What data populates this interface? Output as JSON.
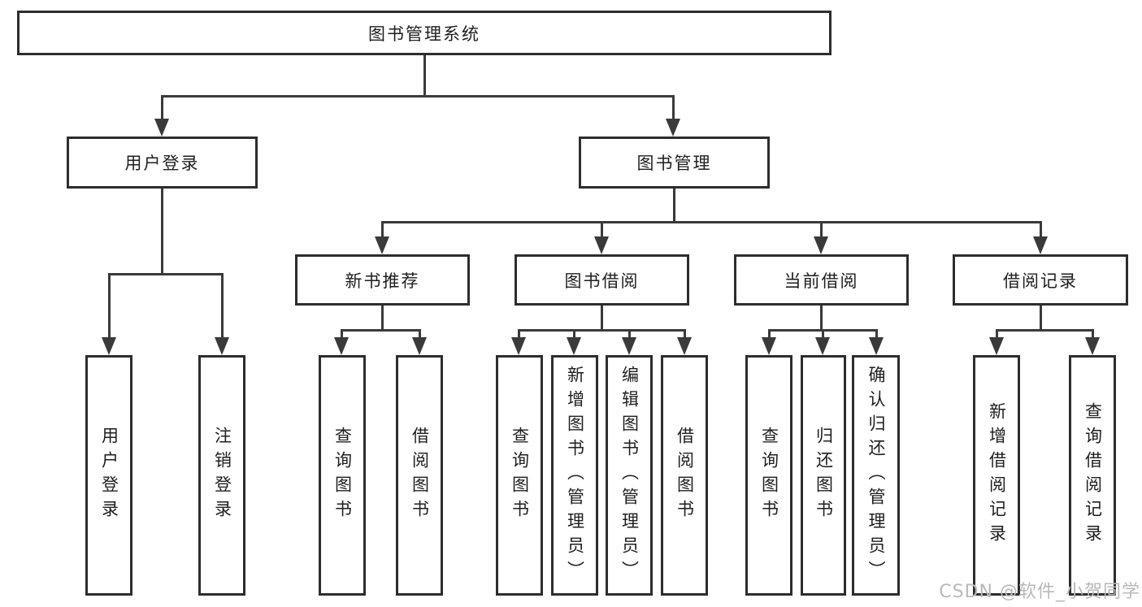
{
  "diagram": {
    "root": {
      "label": "图书管理系统"
    },
    "tier1": [
      {
        "label": "用户登录"
      },
      {
        "label": "图书管理"
      }
    ],
    "tier2": [
      {
        "label": "新书推荐"
      },
      {
        "label": "图书借阅"
      },
      {
        "label": "当前借阅"
      },
      {
        "label": "借阅记录"
      }
    ],
    "tier3": {
      "user_login": [
        "用户登录",
        "注销登录"
      ],
      "new_books": [
        "查询图书",
        "借阅图书"
      ],
      "borrowing": [
        "查询图书",
        "新增图书（管理员）",
        "编辑图书（管理员）",
        "借阅图书"
      ],
      "current": [
        "查询图书",
        "归还图书",
        "确认归还（管理员）"
      ],
      "records": [
        "新增借阅记录",
        "查询借阅记录"
      ]
    }
  },
  "watermark": {
    "text": "CSDN @软件_小贺同学"
  },
  "colors": {
    "line": "#3a3a3a",
    "border": "#2d2d2d",
    "text": "#1e1e1e",
    "watermark": "#b9b9b9",
    "background": "#ffffff"
  }
}
